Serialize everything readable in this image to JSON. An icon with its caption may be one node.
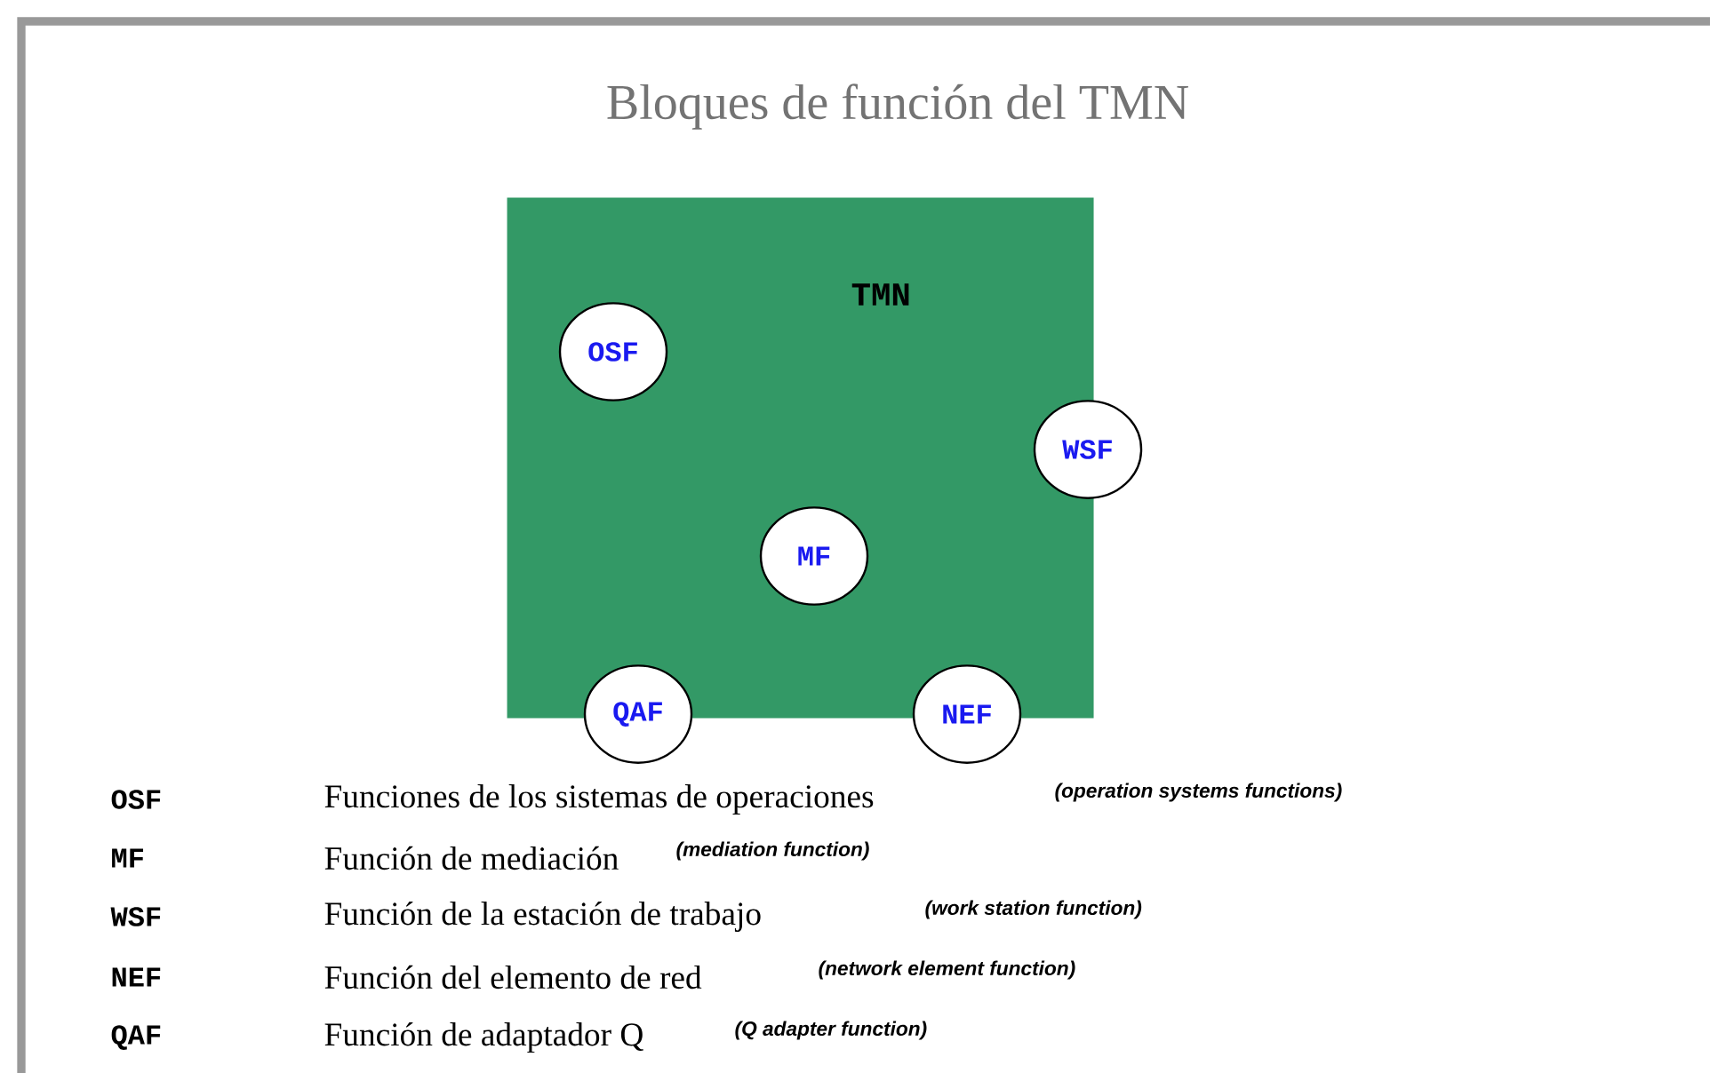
{
  "diagram": {
    "title": "Bloques de función del TMN",
    "nodes": [
      {
        "text": [
          "TMN"
        ]
      },
      {
        "text": [
          "OSF"
        ],
        "in": 0
      },
      {
        "text": [
          "WSF"
        ]
      },
      {
        "text": [
          "MF"
        ],
        "in": 0
      },
      {
        "text": [
          "QAF"
        ]
      },
      {
        "text": [
          "NEF"
        ]
      }
    ],
    "edges": [],
    "labels": [
      "OSF",
      "Funciones de los sistemas de operaciones",
      "(operation systems functions)",
      "MF",
      "Función de mediación",
      "(mediation function)",
      "WSF",
      "Función de la estación de trabajo",
      "(work station function)",
      "NEF",
      "Función del elemento de red",
      "(network element function)",
      "QAF",
      "Función de adaptador Q",
      "(Q adapter function)"
    ]
  }
}
